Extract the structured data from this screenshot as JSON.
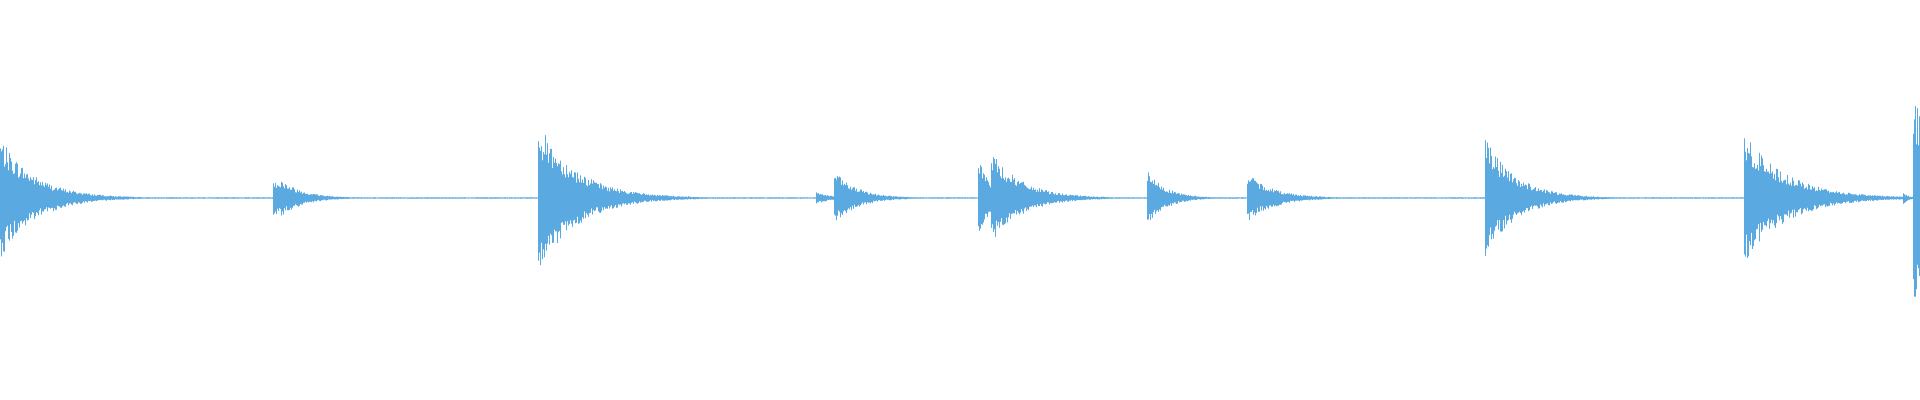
{
  "waveform": {
    "color": "#5aa9e0",
    "background": "#ffffff",
    "transients": [
      {
        "time": 0.0,
        "amp": 0.57,
        "decay": 0.018
      },
      {
        "time": 0.142,
        "amp": 0.2,
        "decay": 0.012
      },
      {
        "time": 0.146,
        "amp": 0.18,
        "decay": 0.012
      },
      {
        "time": 0.28,
        "amp": 0.72,
        "decay": 0.02
      },
      {
        "time": 0.358,
        "amp": 0.02,
        "decay": 0.003
      },
      {
        "time": 0.425,
        "amp": 0.06,
        "decay": 0.008
      },
      {
        "time": 0.434,
        "amp": 0.26,
        "decay": 0.012
      },
      {
        "time": 0.509,
        "amp": 0.45,
        "decay": 0.006
      },
      {
        "time": 0.516,
        "amp": 0.44,
        "decay": 0.016
      },
      {
        "time": 0.597,
        "amp": 0.27,
        "decay": 0.01
      },
      {
        "time": 0.649,
        "amp": 0.24,
        "decay": 0.014
      },
      {
        "time": 0.773,
        "amp": 0.58,
        "decay": 0.016
      },
      {
        "time": 0.794,
        "amp": 0.07,
        "decay": 0.01
      },
      {
        "time": 0.86,
        "amp": 0.01,
        "decay": 0.003
      },
      {
        "time": 0.908,
        "amp": 0.62,
        "decay": 0.022
      },
      {
        "time": 0.991,
        "amp": 0.06,
        "decay": 0.003
      },
      {
        "time": 0.996,
        "amp": 1.0,
        "decay": 0.02
      }
    ]
  }
}
